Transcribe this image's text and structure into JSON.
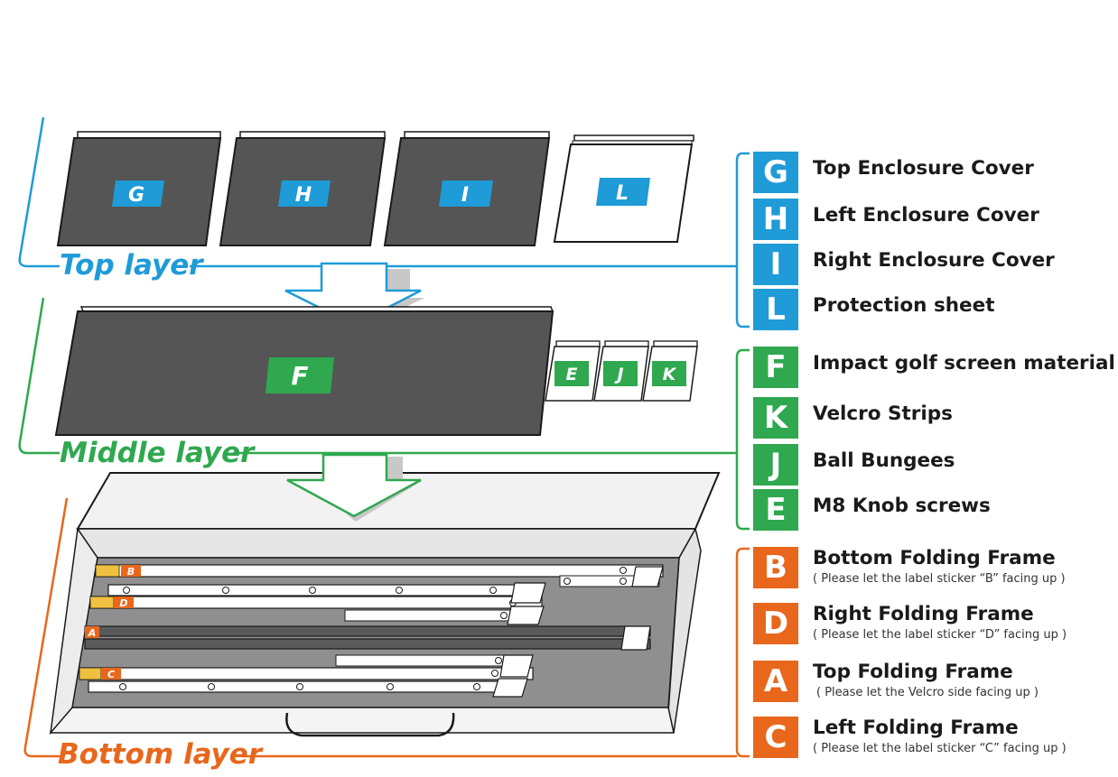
{
  "colors": {
    "top": "#1f9bd7",
    "middle": "#2fa84f",
    "bottom": "#e8671c",
    "panel_dark": "#555555",
    "outline": "#1a1a1a"
  },
  "layers": {
    "top": {
      "label": "Top layer",
      "panels": [
        "G",
        "H",
        "I",
        "L"
      ],
      "legend": [
        {
          "letter": "G",
          "label": "Top Enclosure Cover"
        },
        {
          "letter": "H",
          "label": "Left Enclosure Cover"
        },
        {
          "letter": "I",
          "label": "Right Enclosure Cover"
        },
        {
          "letter": "L",
          "label": "Protection sheet"
        }
      ]
    },
    "middle": {
      "label": "Middle layer",
      "panels": [
        "F",
        "E",
        "J",
        "K"
      ],
      "legend": [
        {
          "letter": "F",
          "label": "Impact golf screen material"
        },
        {
          "letter": "K",
          "label": "Velcro Strips"
        },
        {
          "letter": "J",
          "label": "Ball Bungees"
        },
        {
          "letter": "E",
          "label": "M8 Knob screws"
        }
      ]
    },
    "bottom": {
      "label": "Bottom layer",
      "frame_tags": [
        "B",
        "D",
        "A",
        "C"
      ],
      "legend": [
        {
          "letter": "B",
          "label": "Bottom Folding Frame",
          "note": "( Please let the label sticker “B” facing up )"
        },
        {
          "letter": "D",
          "label": "Right Folding Frame",
          "note": "( Please let the label sticker “D” facing up )"
        },
        {
          "letter": "A",
          "label": "Top Folding Frame",
          "note": "( Please let the Velcro side facing up )"
        },
        {
          "letter": "C",
          "label": "Left Folding Frame",
          "note": "( Please let the label sticker “C” facing up )"
        }
      ]
    }
  }
}
